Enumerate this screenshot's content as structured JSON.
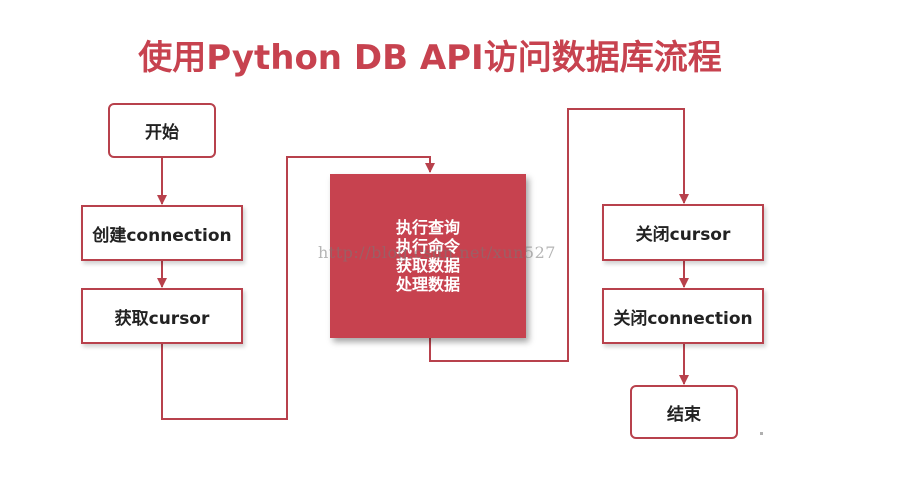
{
  "title": "使用Python DB API访问数据库流程",
  "nodes": {
    "start": "开始",
    "create_connection": "创建connection",
    "get_cursor": "获取cursor",
    "close_cursor": "关闭cursor",
    "close_connection": "关闭connection",
    "end": "结束"
  },
  "center_steps": [
    "执行查询",
    "执行命令",
    "获取数据",
    "处理数据"
  ],
  "watermark": "http://blog.csdn.net/xun527",
  "colors": {
    "accent": "#c7424f",
    "border": "#b8414c",
    "arrow": "#b8414c",
    "text": "#222222"
  }
}
